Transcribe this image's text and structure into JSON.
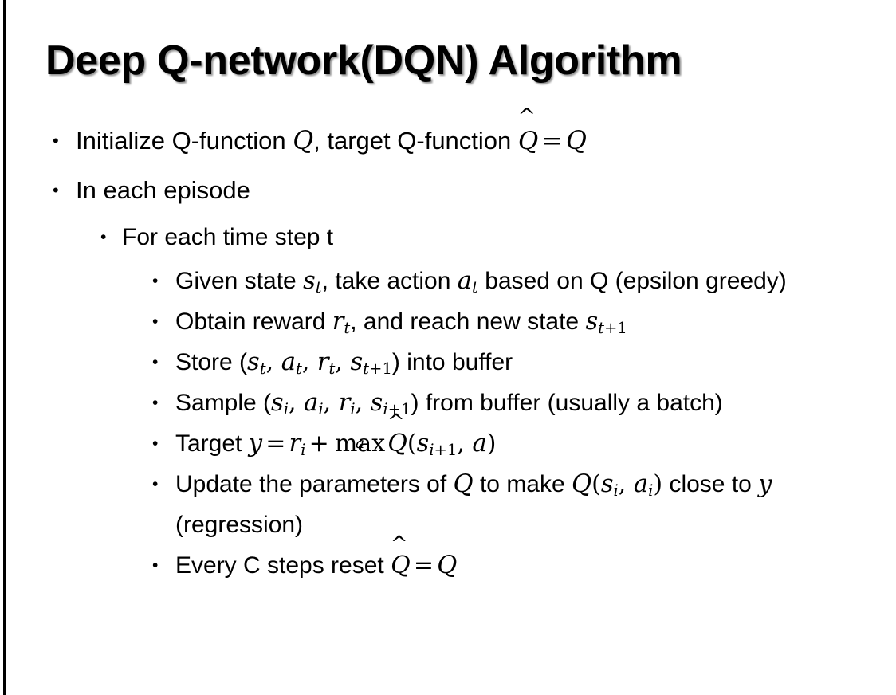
{
  "slide": {
    "title": "Deep Q-network(DQN) Algorithm",
    "background_color": "#ffffff",
    "text_color": "#000000",
    "left_rule_color": "#000000",
    "bullet_glyph": "•"
  },
  "bullets": {
    "b1": {
      "level": 1,
      "prefix": "Initialize Q-function ",
      "var_q1": "Q",
      "comma": ", target Q-function ",
      "qhat": "Q",
      "hat": "^",
      "equals": "=",
      "var_q2": "Q"
    },
    "b2": {
      "level": 1,
      "text": "In each episode"
    },
    "b3": {
      "level": 2,
      "text": "For each time step t"
    },
    "b4": {
      "level": 3,
      "part1": "Given state ",
      "s": "s",
      "s_sub": "t",
      "part2": ", take action ",
      "a": "a",
      "a_sub": "t",
      "part3": " based on Q (epsilon greedy)"
    },
    "b5": {
      "level": 3,
      "part1": "Obtain reward ",
      "r": "r",
      "r_sub": "t",
      "part2": ", and reach new state ",
      "s": "s",
      "s_sub_var": "t",
      "s_sub_num": "+1"
    },
    "b6": {
      "level": 3,
      "part1": "Store (",
      "s1": "s",
      "s1_sub": "t",
      "sep1": ", ",
      "a1": "a",
      "a1_sub": "t",
      "sep2": ", ",
      "r1": "r",
      "r1_sub": "t",
      "sep3": ", ",
      "s2": "s",
      "s2_sub_var": "t",
      "s2_sub_num": "+1",
      "part2": ") into buffer"
    },
    "b7": {
      "level": 3,
      "part1": "Sample (",
      "s1": "s",
      "s1_sub": "i",
      "sep1": ", ",
      "a1": "a",
      "a1_sub": "i",
      "sep2": ", ",
      "r1": "r",
      "r1_sub": "i",
      "sep3": ", ",
      "s2": "s",
      "s2_sub_var": "i",
      "s2_sub_num": "+1",
      "part2": ") from buffer (usually a batch)"
    },
    "b8": {
      "level": 3,
      "part1": "Target ",
      "y": "y",
      "equals": "=",
      "r": "r",
      "r_sub": "i",
      "plus": "+",
      "max_op": "max",
      "max_sub": "a",
      "qhat": "Q",
      "hat": "^",
      "open_paren": "(",
      "s": "s",
      "s_sub_var": "i",
      "s_sub_num": "+1",
      "comma": ", ",
      "a": "a",
      "close_paren": ")"
    },
    "b9": {
      "level": 3,
      "part1": "Update the parameters of ",
      "q1": "Q",
      "part2": " to make ",
      "q2": "Q",
      "open_paren": "(",
      "s": "s",
      "s_sub": "i",
      "comma": ", ",
      "a": "a",
      "a_sub": "i",
      "close_paren": ")",
      "part3": " close to ",
      "y": "y",
      "part4": " (regression)"
    },
    "b10": {
      "level": 3,
      "part1": "Every C steps reset ",
      "qhat": "Q",
      "hat": "^",
      "equals": "=",
      "q": "Q"
    }
  }
}
